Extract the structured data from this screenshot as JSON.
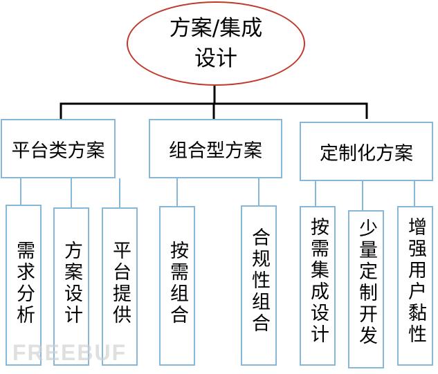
{
  "root": {
    "label": "方案/集成设计"
  },
  "categories": [
    {
      "label": "平台类方案",
      "leaves": [
        "需求分析",
        "方案设计",
        "平台提供"
      ]
    },
    {
      "label": "组合型方案",
      "leaves": [
        "按需组合",
        "合规性组合"
      ]
    },
    {
      "label": "定制化方案",
      "leaves": [
        "按需集成设计",
        "少量定制开发",
        "增强用户黏性"
      ]
    }
  ],
  "colors": {
    "root_border": "#c0392b",
    "box_border": "#86b6d8",
    "bracket_line": "#000000",
    "connector_line": "#86b6d8"
  },
  "watermark": "FREEBUF"
}
